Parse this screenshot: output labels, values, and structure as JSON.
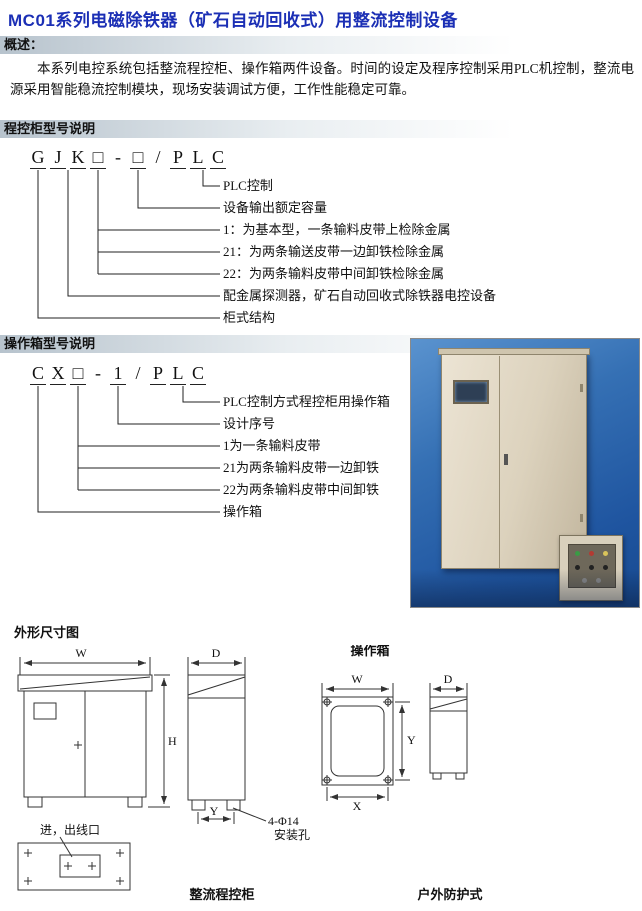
{
  "page": {
    "title": "MC01系列电磁除铁器（矿石自动回收式）用整流控制设备"
  },
  "colors": {
    "title_blue": "#1b2fb5",
    "photo_background": "#2f6ab0",
    "cabinet_beige": "#dcd2bd"
  },
  "overview": {
    "heading": "概述：",
    "body": "本系列电控系统包括整流程控柜、操作箱两件设备。时间的设定及程序控制采用PLC机控制，整流电源采用智能稳流控制模块，现场安装调试方便，工作性能稳定可靠。"
  },
  "cabinet_model": {
    "heading": "程控柜型号说明",
    "code_chars": [
      "G",
      "J",
      "K",
      "□",
      "-",
      "□",
      "/",
      "P",
      "L",
      "C"
    ],
    "labels": [
      "PLC控制",
      "设备输出额定容量",
      "1：为基本型，一条输料皮带上检除金属",
      "21：为两条输送皮带一边卸铁检除金属",
      "22：为两条输料皮带中间卸铁检除金属",
      "配金属探测器，矿石自动回收式除铁器电控设备",
      "柜式结构"
    ]
  },
  "box_model": {
    "heading": "操作箱型号说明",
    "code_chars": [
      "C",
      "X",
      "□",
      "-",
      "1",
      "/",
      "P",
      "L",
      "C"
    ],
    "labels": [
      "PLC控制方式程控柜用操作箱",
      "设计序号",
      "1为一条输料皮带",
      "21为两条输料皮带一边卸铁",
      "22为两条输料皮带中间卸铁",
      "操作箱"
    ]
  },
  "dimension_drawing": {
    "heading": "外形尺寸图",
    "dim_w": "W",
    "dim_h": "H",
    "dim_d": "D",
    "dim_x": "X",
    "dim_y": "Y",
    "holes_line1": "4-Φ14",
    "holes_line2": "安装孔",
    "op_box_label": "操作箱",
    "inlet_label": "进，出线口",
    "caption_cabinet": "整流程控柜",
    "caption_outdoor": "户外防护式"
  }
}
